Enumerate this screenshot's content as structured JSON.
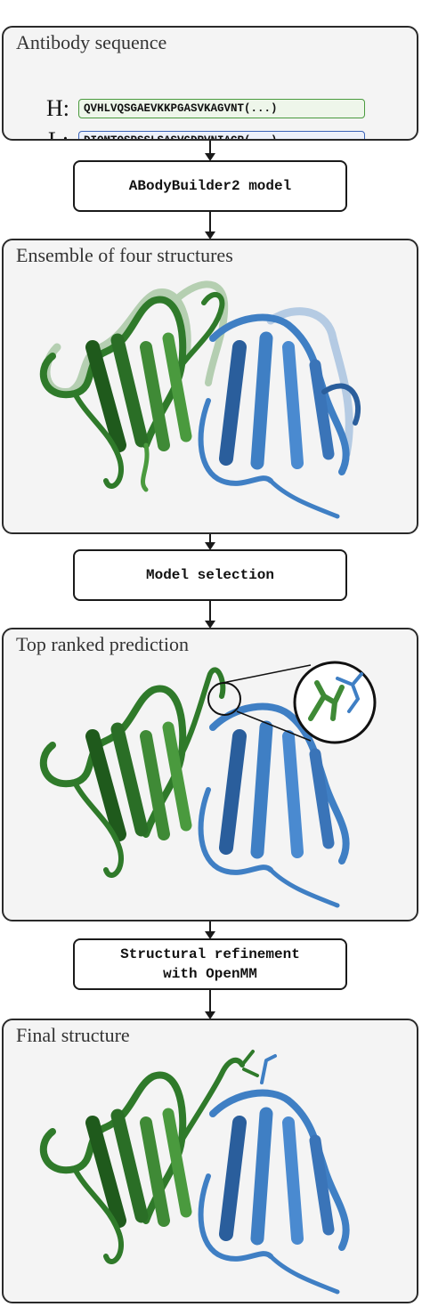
{
  "panels": {
    "sequence": {
      "title": "Antibody sequence",
      "heavy": {
        "label": "H:",
        "sequence": "QVHLVQSGAEVKKPGASVKAGVNT(...)"
      },
      "light": {
        "label": "L:",
        "sequence": "DIQMTQSPSSLSASVGDRVNIACR(...)"
      }
    },
    "ensemble": {
      "title": "Ensemble of four structures"
    },
    "top_ranked": {
      "title": "Top ranked prediction"
    },
    "final": {
      "title": "Final structure"
    }
  },
  "steps": {
    "model": "ABodyBuilder2 model",
    "selection": "Model selection",
    "refinement": "Structural refinement\nwith OpenMM"
  },
  "colors": {
    "heavy_chain": "#3f8a36",
    "heavy_chain_dark": "#1f5a1c",
    "light_chain": "#3f7fc4",
    "light_chain_dark": "#2a5e9c",
    "panel_background": "#f4f4f4"
  }
}
